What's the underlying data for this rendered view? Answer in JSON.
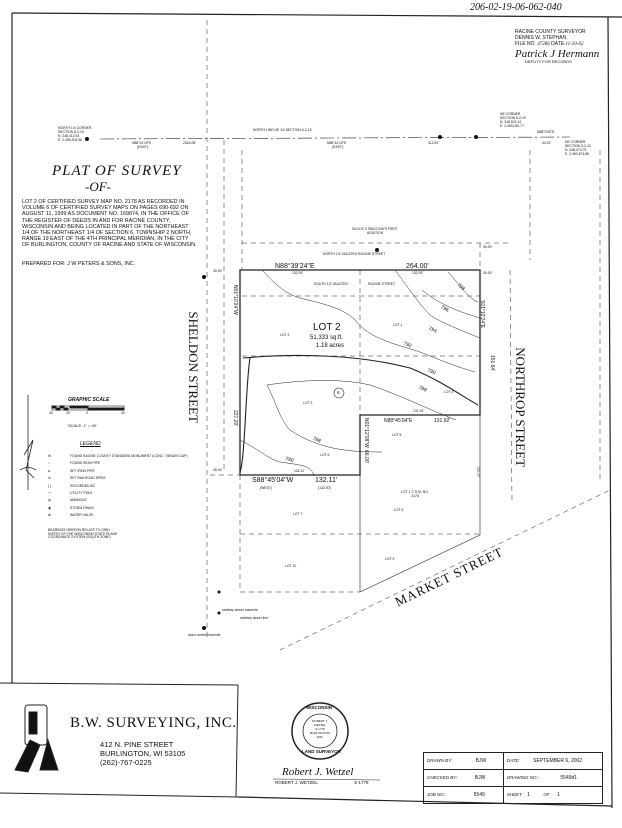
{
  "document_number": "206-02-19-06-062-040",
  "recording": {
    "office": "RACINE COUNTY SURVEYOR",
    "name": "DENNIS W. STEPHAN",
    "file_label": "FILE NO.",
    "file_no": "47286",
    "date_label": "DATE:",
    "date": "11-20-02",
    "signature": "Patrick J Hermann",
    "signer_title": "DEPUTY FOR RECORDS"
  },
  "title": {
    "line1": "PLAT OF SURVEY",
    "line2": "-OF-"
  },
  "description": "LOT 2 OF CERTIFIED SURVEY MAP NO. 2178 AS RECORDED IN VOLUME 6 OF CERTIFIED SURVEY MAPS ON PAGES 690-692 ON AUGUST 11, 1999 AS DOCUMENT NO. 169874, IN THE OFFICE OF THE REGISTER OF DEEDS IN AND FOR RACINE COUNTY, WISCONSIN AND BEING LOCATED IN PART OF THE NORTHEAST 1/4 OF THE NORTHEAST 1/4 OF SECTION 6, TOWNSHIP 2 NORTH, RANGE 19 EAST OF THE 4TH PRINCIPAL MERIDIAN, IN THE CITY OF BURLINGTON, COUNTY OF RACINE AND STATE OF WISCONSIN.",
  "prepared_for": "PREPARED FOR:  J W PETERS & SONS, INC.",
  "scale": {
    "title": "GRAPHIC SCALE",
    "ticks": [
      "40",
      "20",
      "0",
      "40"
    ],
    "text": "SCALE: 1\" = 40'"
  },
  "legend": {
    "title": "LEGEND",
    "items": [
      {
        "icon": "county-monument-icon",
        "label": "FOUND RACINE COUNTY STANDARD MONUMENT (CONC. / BRASS CAP)"
      },
      {
        "icon": "found-iron-pipe-icon",
        "label": "FOUND IRON PIPE"
      },
      {
        "icon": "set-iron-pipe-icon",
        "label": "SET IRON PIPE"
      },
      {
        "icon": "railroad-spike-icon",
        "label": "SET RAILROAD SPIKE"
      },
      {
        "icon": "recorded-as-icon",
        "label": "RECORDED AS"
      },
      {
        "icon": "utility-pole-icon",
        "label": "UTILITY POLE"
      },
      {
        "icon": "manhole-icon",
        "label": "MANHOLE"
      },
      {
        "icon": "storm-drain-icon",
        "label": "STORM DRAIN"
      },
      {
        "icon": "water-valve-icon",
        "label": "WATER VALVE"
      }
    ],
    "bearing_note": "BEARINGS HEREON RELATE TO GRID NORTH OF THE WISCONSIN STATE PLANE COORDINATE SYSTEM (SOUTH ZONE)"
  },
  "section_line": {
    "label": "NORTH LINE NE 1/4 SECTION 6-2-19",
    "nw_corner": [
      "NORTH 1/4 CORNER",
      "SECTION 6-2-19",
      "N. 248,412.63",
      "E. 2,456,203.36"
    ],
    "ne_corner": [
      "NE CORNER",
      "SECTION 6-2-19",
      "N. 248,521.12",
      "E. 2,460,030.77"
    ],
    "se_corner": [
      "NE CORNER",
      "SECTION 5-2-19",
      "N. 248,473.79",
      "E. 2,460,874.88"
    ],
    "segments": [
      "N88°41'19\"E",
      "(EAST)",
      "2316.08'",
      "N88°41'19\"E",
      "(EAST)",
      "312.87'",
      "N88°4'50\"E",
      "44.22'"
    ]
  },
  "streets": {
    "sheldon": "SHELDON STREET",
    "northrop": "NORTHROP STREET",
    "market": "MARKET STREET",
    "racine_north": "NORTH 1/2 VACATED RACINE STREET",
    "racine_south": "SOUTH 1/2 VACATED",
    "racine_street": "RACINE STREET",
    "block": "BLOCK 3 SHELDON'S FIRST ADDITION"
  },
  "lot": {
    "name": "LOT 2",
    "area_sqft": "51,333 sq.ft.",
    "area_acres": "1.18 acres",
    "parcel_number": "6",
    "bearings": {
      "north": "N88°39'24\"E",
      "north_dist": "264.00'",
      "east": "S01°10'24\"E",
      "east_dist": "161.64'",
      "inner_south": "N88°45'04\"E",
      "inner_south_dist": "131.92'",
      "inner_west": "N01°12'08\"W",
      "inner_west_dist": "66.00'",
      "south": "S88°45'04\"W",
      "south_dist": "132.11'",
      "west": "N01°10'24\"W",
      "west_dist": "227.20'"
    },
    "dims": [
      "132.00'",
      "132.00'",
      "30.00'",
      "30.00'",
      "30.00'",
      "30.00'",
      "131.92'",
      "132.11'",
      "(WEST)",
      "(132.00')",
      "132.00'"
    ],
    "sub_lots": [
      "LOT 1",
      "LOT 2",
      "LOT 3",
      "LOT 4",
      "LOT 5",
      "LOT 6",
      "LOT 7",
      "LOT 8",
      "LOT 9",
      "LOT 10",
      "LOT 1 C.S.M. NO. 2178"
    ],
    "contours": [
      "798",
      "796",
      "794",
      "792",
      "790",
      "788",
      "788",
      "790"
    ]
  },
  "utilities": {
    "sanitary": "sanitary sewer manhole",
    "sanitary_line": "sanitary sewer line",
    "storm": "storm sewer manhole"
  },
  "company": {
    "name": "B.W. SURVEYING, INC.",
    "address1": "412 N. PINE STREET",
    "address2": "BURLINGTON, WI  53105",
    "phone": "(262)-767-0225"
  },
  "seal": {
    "top": "WISCONSIN",
    "bottom": "LAND SURVEYOR",
    "lines": [
      "ROBERT J.",
      "WETZEL",
      "S-1778",
      "BURLINGTON",
      "WIS."
    ]
  },
  "surveyor": {
    "signature": "Robert J. Wetzel",
    "name": "ROBERT J. WETZEL",
    "license": "S-1778"
  },
  "title_block": {
    "drawn_by_label": "DRAWN BY:",
    "drawn_by": "BJW",
    "checked_by_label": "CHECKED BY:",
    "checked_by": "BJW",
    "job_no_label": "JOB NO.:",
    "job_no": "5549",
    "date_label": "DATE:",
    "date": "SEPTEMBER 6, 2002",
    "drawing_no_label": "DRAWING NO.:",
    "drawing_no": "5549d1",
    "sheet_label": "SHEET",
    "sheet": "1",
    "of_label": "OF",
    "sheet_total": "1"
  }
}
